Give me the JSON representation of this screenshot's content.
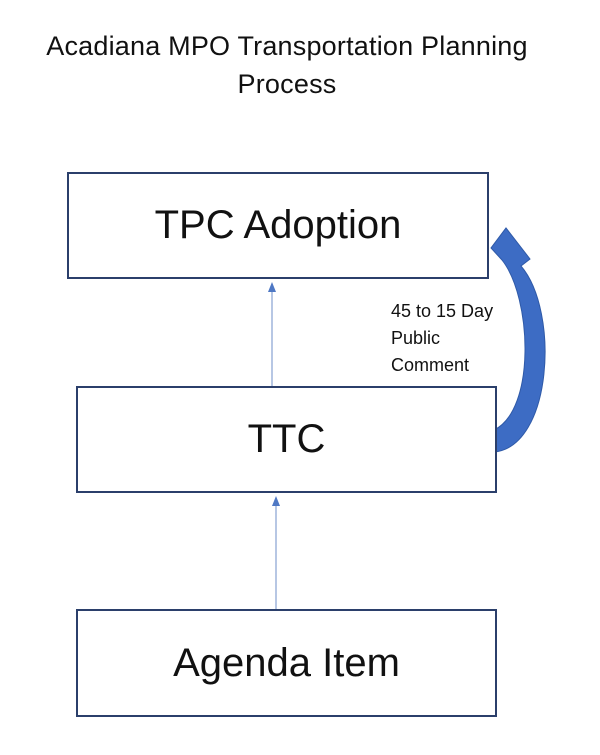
{
  "diagram": {
    "title_line1": "Acadiana MPO Transportation Planning",
    "title_line2": "Process",
    "nodes": {
      "tpc_adoption": "TPC Adoption",
      "ttc": "TTC",
      "agenda_item": "Agenda Item"
    },
    "feedback_label_line1": "45 to 15 Day",
    "feedback_label_line2": "Public",
    "feedback_label_line3": "Comment",
    "colors": {
      "box_border": "#2b3f6b",
      "arrow_line": "#6f8fc8",
      "curved_arrow": "#3d6cc4"
    }
  }
}
